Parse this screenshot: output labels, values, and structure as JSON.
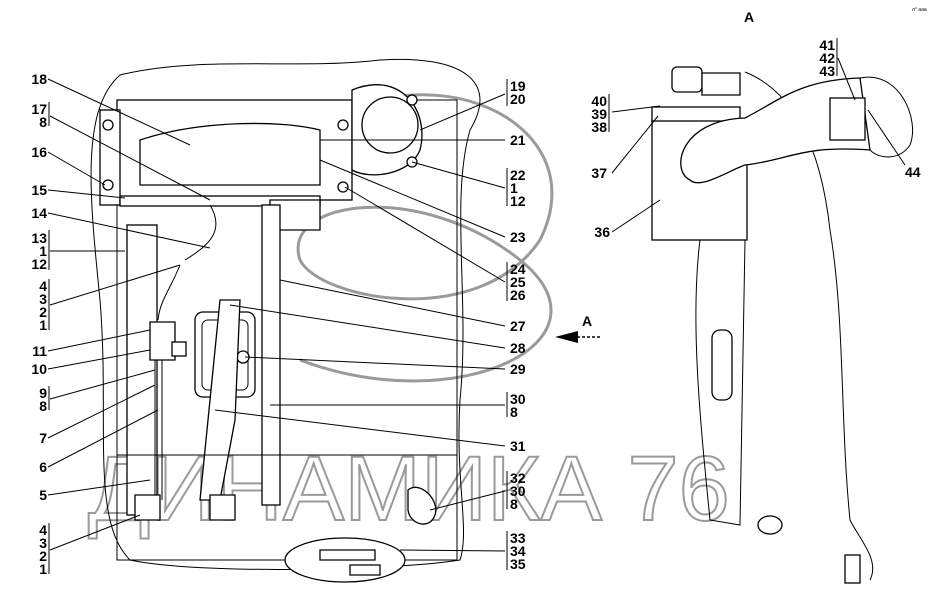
{
  "view_label": "A",
  "arrow_label": "A",
  "corner_mark": "л° ааа",
  "watermark": "ДИНАМИКА 76",
  "left_callouts": [
    {
      "id": "c18",
      "lines": [
        "18"
      ]
    },
    {
      "id": "c17",
      "lines": [
        "17",
        "8"
      ]
    },
    {
      "id": "c16",
      "lines": [
        "16"
      ]
    },
    {
      "id": "c15",
      "lines": [
        "15"
      ]
    },
    {
      "id": "c14",
      "lines": [
        "14"
      ]
    },
    {
      "id": "c13",
      "lines": [
        "13",
        "1",
        "12"
      ]
    },
    {
      "id": "c4a",
      "lines": [
        "4",
        "3",
        "2",
        "1"
      ]
    },
    {
      "id": "c11",
      "lines": [
        "11"
      ]
    },
    {
      "id": "c10",
      "lines": [
        "10"
      ]
    },
    {
      "id": "c9",
      "lines": [
        "9",
        "8"
      ]
    },
    {
      "id": "c7",
      "lines": [
        "7"
      ]
    },
    {
      "id": "c6",
      "lines": [
        "6"
      ]
    },
    {
      "id": "c5",
      "lines": [
        "5"
      ]
    },
    {
      "id": "c4b",
      "lines": [
        "4",
        "3",
        "2",
        "1"
      ]
    }
  ],
  "right_callouts": [
    {
      "id": "c19",
      "lines": [
        "19",
        "20"
      ]
    },
    {
      "id": "c21",
      "lines": [
        "21"
      ]
    },
    {
      "id": "c22",
      "lines": [
        "22",
        "1",
        "12"
      ]
    },
    {
      "id": "c23",
      "lines": [
        "23"
      ]
    },
    {
      "id": "c24",
      "lines": [
        "24",
        "25",
        "26"
      ]
    },
    {
      "id": "c27",
      "lines": [
        "27"
      ]
    },
    {
      "id": "c28",
      "lines": [
        "28"
      ]
    },
    {
      "id": "c29",
      "lines": [
        "29"
      ]
    },
    {
      "id": "c30",
      "lines": [
        "30",
        "8"
      ]
    },
    {
      "id": "c31",
      "lines": [
        "31"
      ]
    },
    {
      "id": "c32",
      "lines": [
        "32",
        "30",
        "8"
      ]
    },
    {
      "id": "c33",
      "lines": [
        "33",
        "34",
        "35"
      ]
    }
  ],
  "view_a_callouts": [
    {
      "id": "c40",
      "lines": [
        "40",
        "39",
        "38"
      ]
    },
    {
      "id": "c37",
      "lines": [
        "37"
      ]
    },
    {
      "id": "c36",
      "lines": [
        "36"
      ]
    },
    {
      "id": "c41",
      "lines": [
        "41",
        "42",
        "43"
      ]
    },
    {
      "id": "c44",
      "lines": [
        "44"
      ]
    }
  ]
}
